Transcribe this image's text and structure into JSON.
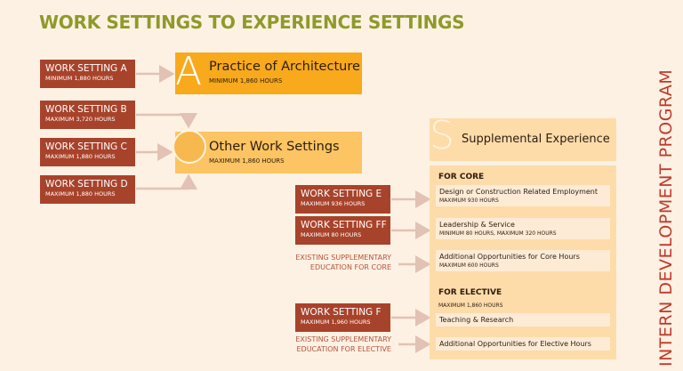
{
  "title": "WORK SETTINGS TO EXPERIENCE SETTINGS",
  "side_label": "INTERN DEVELOPMENT PROGRAM",
  "colors": {
    "background": "#fdf1e3",
    "title": "#8e9a2a",
    "work_setting": "#a8432b",
    "practice": "#f8a91c",
    "other": "#fcc462",
    "supplemental": "#fddcaa",
    "arrow": "#e2c2b4"
  },
  "work_settings": [
    {
      "name": "WORK SETTING A",
      "hours": "MINIMUM 1,880 HOURS"
    },
    {
      "name": "WORK SETTING B",
      "hours": "MAXIMUM 3,720 HOURS"
    },
    {
      "name": "WORK SETTING C",
      "hours": "MAXIMUM 1,880 HOURS"
    },
    {
      "name": "WORK SETTING D",
      "hours": "MAXIMUM 1,880 HOURS"
    },
    {
      "name": "WORK SETTING E",
      "hours": "MAXIMUM 936 HOURS"
    },
    {
      "name": "WORK SETTING FF",
      "hours": "MAXIMUM 80 HOURS"
    },
    {
      "name": "WORK SETTING F",
      "hours": "MAXIMUM 1,960 HOURS"
    }
  ],
  "practice": {
    "letter": "A",
    "name": "Practice of Architecture",
    "hours": "MINIMUM 1,860 HOURS"
  },
  "other": {
    "letter": "O",
    "name": "Other Work Settings",
    "hours": "MAXIMUM 1,860 HOURS"
  },
  "supplemental": {
    "letter": "S",
    "name": "Supplemental Experience",
    "core": {
      "label": "FOR CORE",
      "items": [
        {
          "name": "Design or Construction Related Employment",
          "hours": "MAXIMUM 930 HOURS"
        },
        {
          "name": "Leadership & Service",
          "hours": "MINIMUM 80 HOURS, MAXIMUM 320 HOURS"
        },
        {
          "name": "Additional Opportunities for Core Hours",
          "hours": "MAXIMUM 600 HOURS"
        }
      ]
    },
    "elective": {
      "label": "FOR ELECTIVE",
      "hours": "MAXIMUM 1,860 HOURS",
      "items": [
        {
          "name": "Teaching & Research"
        },
        {
          "name": "Additional Opportunities for Elective Hours"
        }
      ]
    }
  },
  "existing_core": [
    "EXISTING SUPPLEMENTARY",
    "EDUCATION FOR CORE"
  ],
  "existing_elective": [
    "EXISTING SUPPLEMENTARY",
    "EDUCATION FOR ELECTIVE"
  ]
}
